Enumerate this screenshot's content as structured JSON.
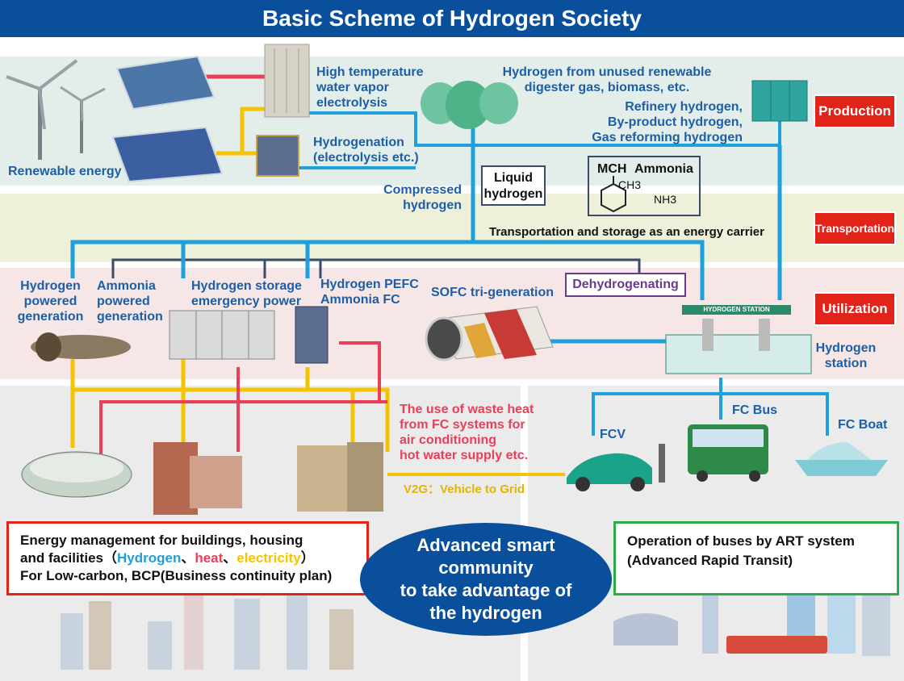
{
  "title": "Basic Scheme of Hydrogen Society",
  "tags": {
    "production": "Production",
    "transportation": "Transportation",
    "utilization": "Utilization"
  },
  "production": {
    "renewable_energy": "Renewable energy",
    "high_temp_line1": "High temperature",
    "high_temp_line2": "water vapor",
    "high_temp_line3": "electrolysis",
    "hydrogenation_line1": "Hydrogenation",
    "hydrogenation_line2": "(electrolysis etc.)",
    "unused_line1": "Hydrogen from unused renewable",
    "unused_line2": "digester gas, biomass, etc.",
    "refinery_line1": "Refinery hydrogen,",
    "refinery_line2": "By-product hydrogen,",
    "refinery_line3": "Gas reforming hydrogen"
  },
  "transportation": {
    "compressed_line1": "Compressed",
    "compressed_line2": "hydrogen",
    "liquid_line1": "Liquid",
    "liquid_line2": "hydrogen",
    "mch": "MCH",
    "ammonia": "Ammonia",
    "ch3": "CH3",
    "nh3": "NH3",
    "carrier": "Transportation and storage as an energy carrier"
  },
  "utilization": {
    "h2_powered_line1": "Hydrogen",
    "h2_powered_line2": "powered",
    "h2_powered_line3": "generation",
    "nh3_powered_line1": "Ammonia",
    "nh3_powered_line2": "powered",
    "nh3_powered_line3": "generation",
    "storage_line1": "Hydrogen storage",
    "storage_line2": "emergency power",
    "pefc_line1": "Hydrogen PEFC",
    "pefc_line2": "Ammonia FC",
    "sofc": "SOFC tri-generation",
    "dehydrogenating": "Dehydrogenating",
    "station_sign": "HYDROGEN STATION",
    "station_line1": "Hydrogen",
    "station_line2": "station",
    "waste_line1": "The use of waste heat",
    "waste_line2": "from FC systems for",
    "waste_line3": "air conditioning",
    "waste_line4": "hot water supply etc.",
    "fcv": "FCV",
    "fc_bus": "FC Bus",
    "fc_boat": "FC Boat",
    "v2g": "V2G：Vehicle to Grid"
  },
  "bottom": {
    "energy_line1": "Energy management for buildings, housing",
    "energy_line2_a": "and facilities（",
    "energy_hydrogen": "Hydrogen",
    "energy_sep1": "、",
    "energy_heat": "heat",
    "energy_sep2": "、",
    "energy_electricity": "electricity",
    "energy_close": "）",
    "energy_line3": "For Low-carbon, BCP(Business continuity plan)",
    "center_line1": "Advanced smart",
    "center_line2": "community",
    "center_line3": "to take advantage of",
    "center_line4": "the hydrogen",
    "art_line1": "Operation of buses by ART system",
    "art_line2": "(Advanced Rapid Transit)"
  },
  "colors": {
    "blue": "#0a4f9b",
    "line_blue": "#1ea0dc",
    "navy": "#3a4a6b",
    "red": "#e2231a",
    "pink_line": "#e8405a",
    "yellow": "#f5c400",
    "green_box": "#2bab4a",
    "purple": "#6a3b8c"
  }
}
